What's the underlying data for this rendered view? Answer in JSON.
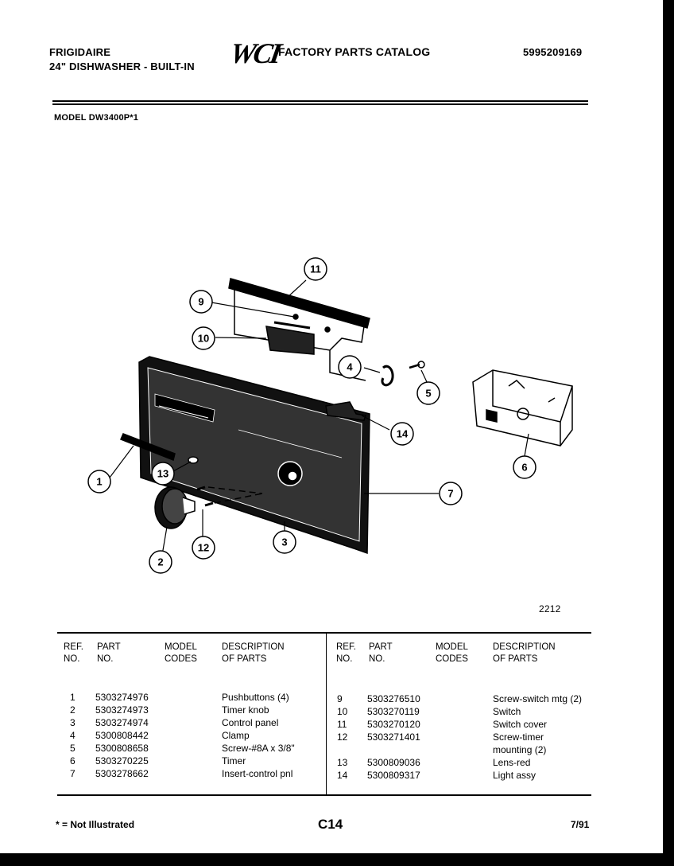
{
  "header": {
    "brand": "FRIGIDAIRE",
    "product": "24\" DISHWASHER - BUILT-IN",
    "logo": "WCI",
    "catalog_title": "FACTORY PARTS CATALOG",
    "catalog_number": "5995209169",
    "model": "MODEL DW3400P*1"
  },
  "diagram": {
    "drawing_number": "2212",
    "callouts": [
      "1",
      "2",
      "3",
      "4",
      "5",
      "6",
      "7",
      "9",
      "10",
      "11",
      "12",
      "13",
      "14"
    ]
  },
  "table": {
    "headers": {
      "ref": [
        "REF.",
        "NO."
      ],
      "part": [
        "PART",
        "NO."
      ],
      "model": [
        "MODEL",
        "CODES"
      ],
      "desc": [
        "DESCRIPTION",
        "OF PARTS"
      ]
    },
    "left_refs": "1\n2\n3\n4\n5\n6\n7",
    "left_parts": "5303274976\n5303274973\n5303274974\n5300808442\n5300808658\n5303270225\n5303278662",
    "left_desc": "Pushbuttons (4)\nTimer knob\nControl panel\nClamp\nScrew-#8A x 3/8\"\nTimer\nInsert-control pnl",
    "right_refs": "9\n10\n11\n12\n\n13\n14",
    "right_parts": "5303276510\n5303270119\n5303270120\n5303271401\n\n5300809036\n5300809317",
    "right_desc": "Screw-switch mtg (2)\nSwitch\nSwitch cover\nScrew-timer\nmounting (2)\nLens-red\nLight assy"
  },
  "footer": {
    "note": "* = Not Illustrated",
    "page": "C14",
    "date": "7/91"
  }
}
